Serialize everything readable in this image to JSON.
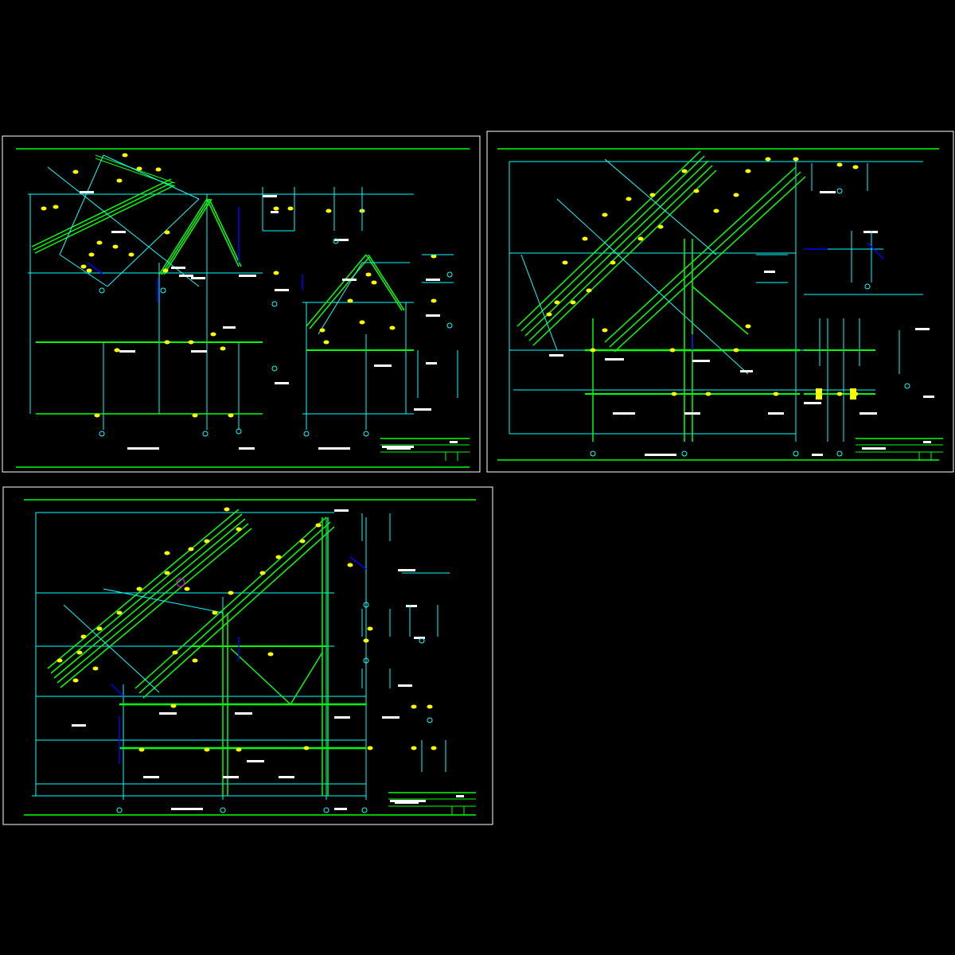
{
  "canvas": {
    "background": "#000000"
  },
  "colors": {
    "frame": "#ffffff",
    "member": "#00ff00",
    "grid": "#00ffff",
    "bolt": "#ffff00",
    "dimension": "#0000ff",
    "weld": "#ff00ff",
    "text": "#ffffff"
  },
  "sheets": [
    {
      "id": "sheet-1"
    },
    {
      "id": "sheet-2"
    },
    {
      "id": "sheet-3"
    }
  ]
}
